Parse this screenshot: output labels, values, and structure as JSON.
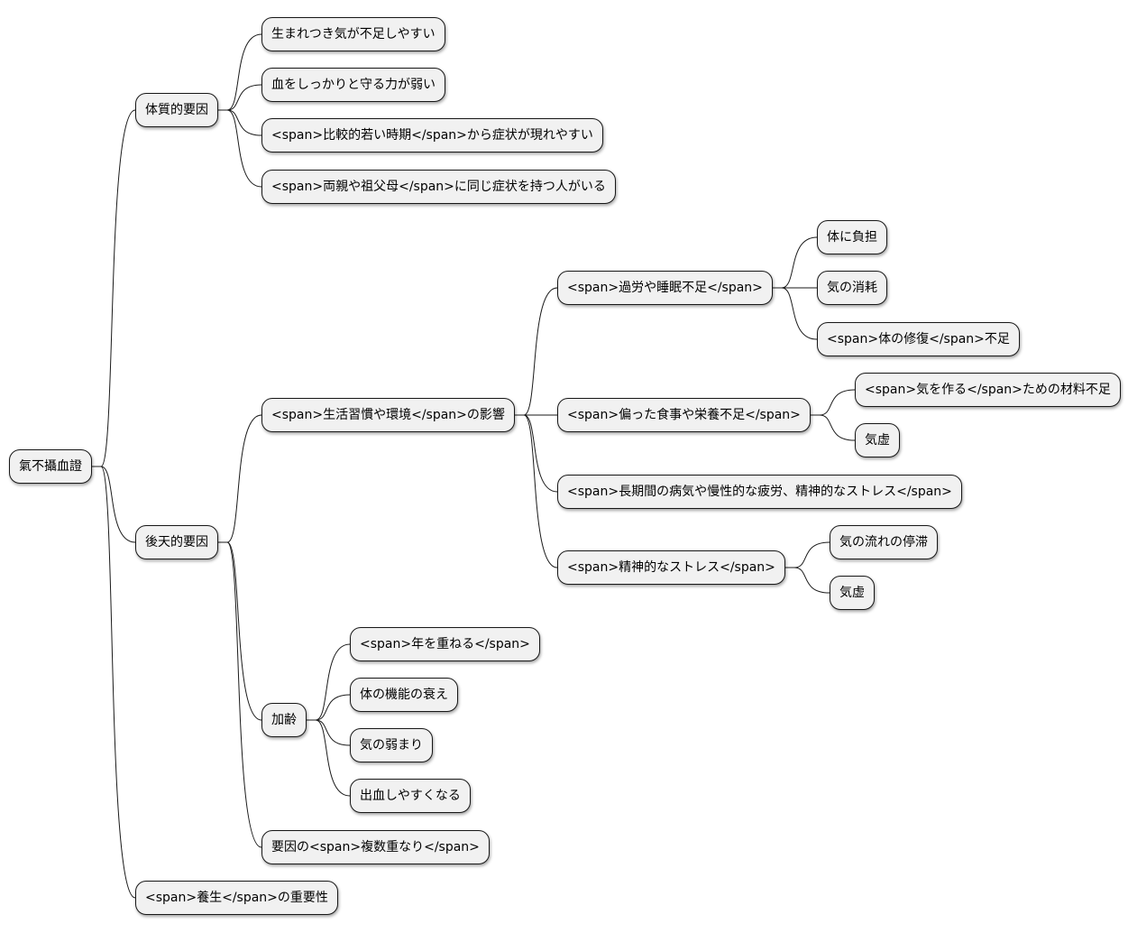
{
  "mindmap": {
    "root": {
      "label": "氣不攝血證"
    },
    "constitutional": {
      "label": "体質的要因",
      "children": [
        "生まれつき気が不足しやすい",
        "血をしっかりと守る力が弱い",
        "<span>比較的若い時期</span>から症状が現れやすい",
        "<span>両親や祖父母</span>に同じ症状を持つ人がいる"
      ]
    },
    "acquired": {
      "label": "後天的要因",
      "lifestyle": {
        "label": "<span>生活習慣や環境</span>の影響",
        "overwork": {
          "label": "<span>過労や睡眠不足</span>",
          "children": [
            "体に負担",
            "気の消耗",
            "<span>体の修復</span>不足"
          ]
        },
        "diet": {
          "label": "<span>偏った食事や栄養不足</span>",
          "children": [
            "<span>気を作る</span>ための材料不足",
            "気虚"
          ]
        },
        "chronic": {
          "label": "<span>長期間の病気や慢性的な疲労、精神的なストレス</span>"
        },
        "stress": {
          "label": "<span>精神的なストレス</span>",
          "children": [
            "気の流れの停滞",
            "気虚"
          ]
        }
      },
      "aging": {
        "label": "加齢",
        "children": [
          "<span>年を重ねる</span>",
          "体の機能の衰え",
          "気の弱まり",
          "出血しやすくなる"
        ]
      },
      "multiple": {
        "label": "要因の<span>複数重なり</span>"
      }
    },
    "care": {
      "label": "<span>養生</span>の重要性"
    }
  }
}
